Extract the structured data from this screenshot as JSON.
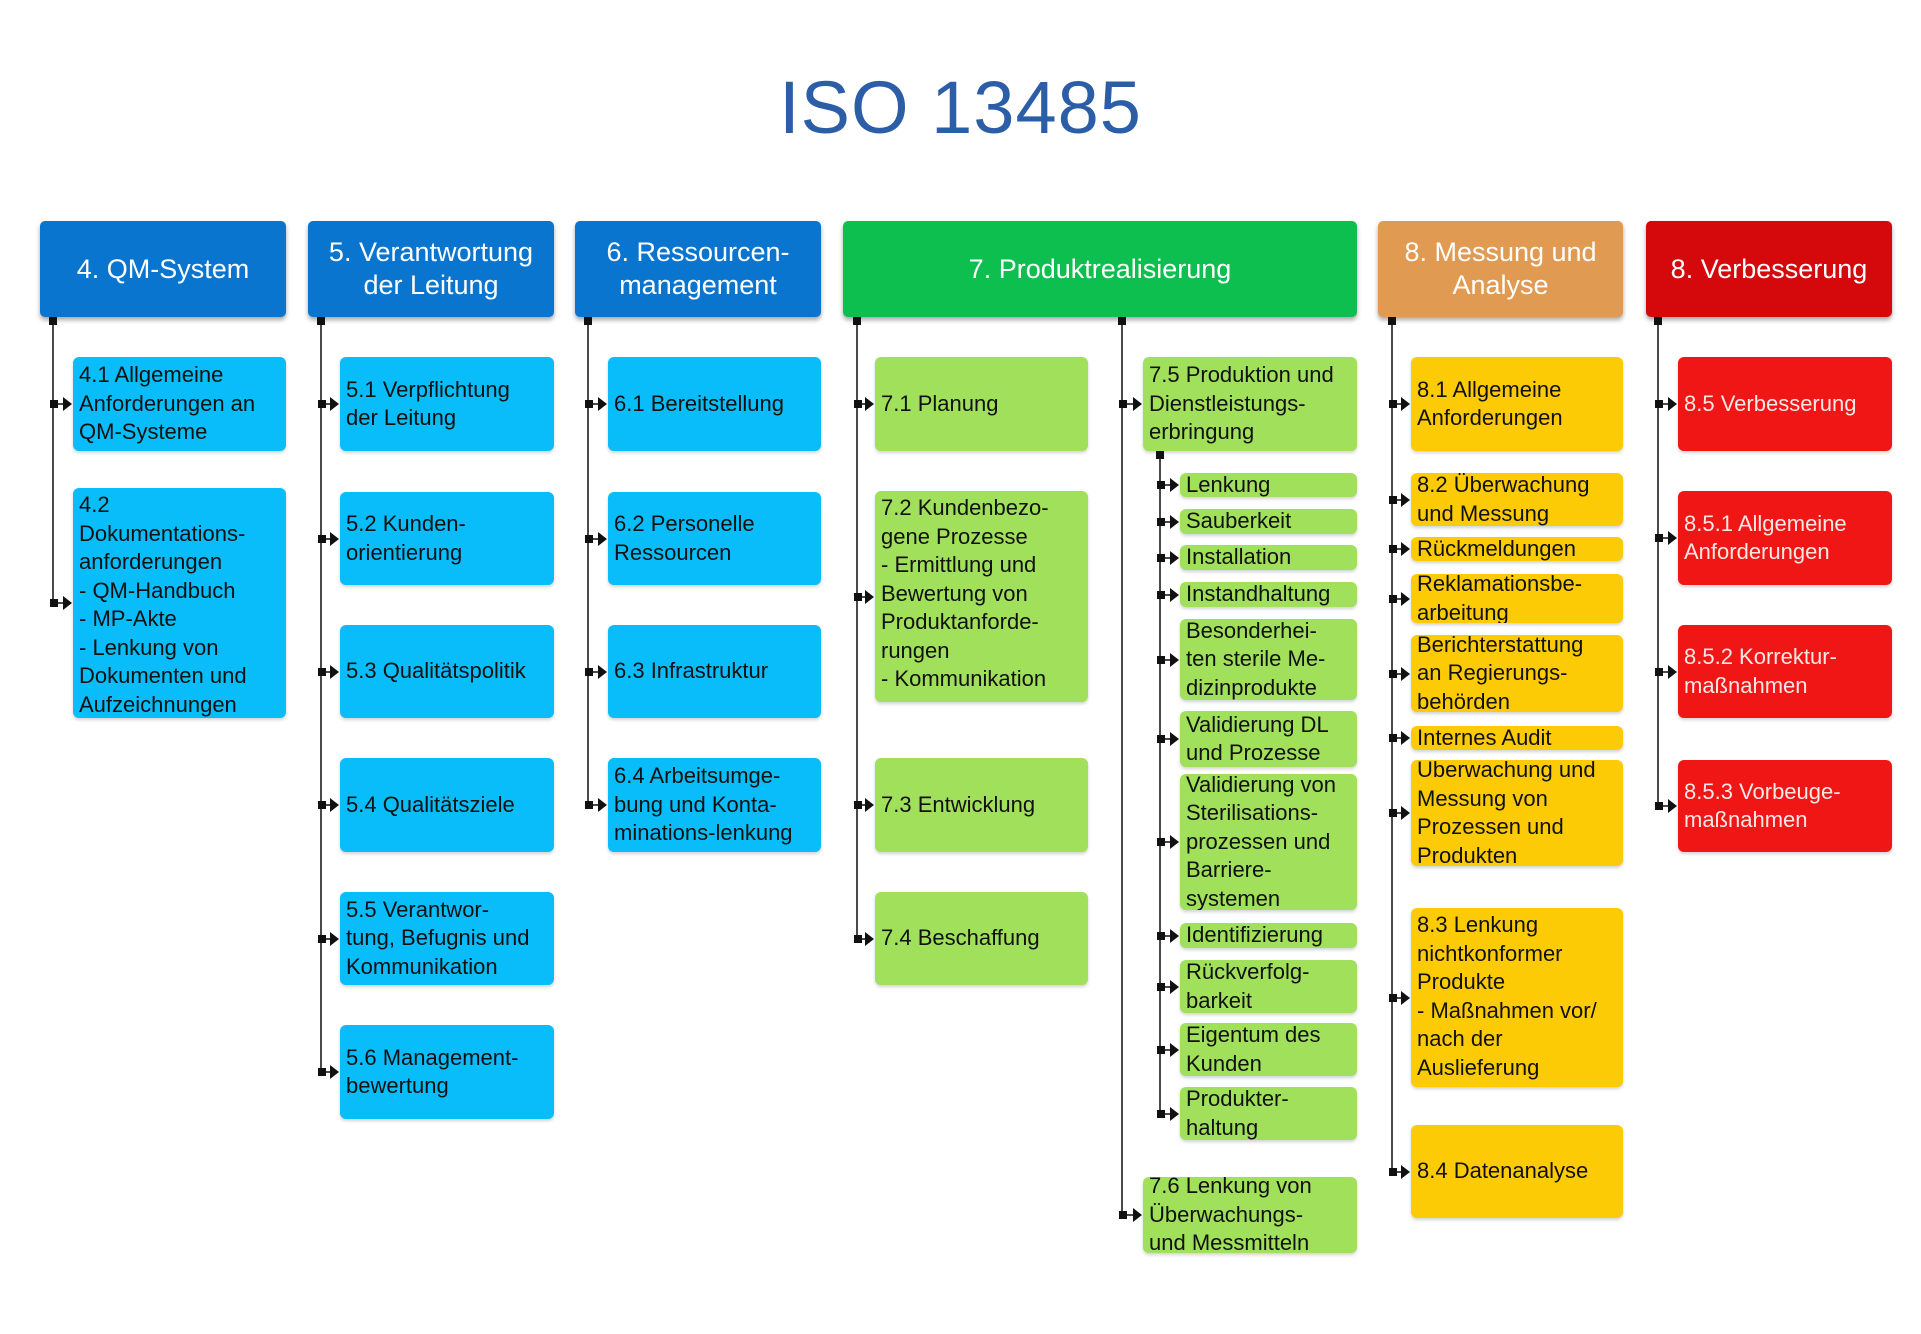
{
  "title": "ISO 13485",
  "colors": {
    "blue": "#08bdfa",
    "green": "#a1e05a",
    "yellow": "#fdcb06",
    "red": "#f11616"
  },
  "columns": [
    {
      "label": "4. QM-System",
      "color": "#0a75cf",
      "items": [
        "4.1 Allgemeine\nAnforderungen an\nQM-Systeme",
        "4.2\nDokumentations-\nanforderungen\n- QM-Handbuch\n- MP-Akte\n- Lenkung von\nDokumenten und\nAufzeichnungen"
      ]
    },
    {
      "label": "5. Verantwortung\nder Leitung",
      "color": "#0a75cf",
      "items": [
        "5.1 Verpflichtung\nder Leitung",
        "5.2 Kunden-\norientierung",
        "5.3 Qualitätspolitik",
        "5.4 Qualitätsziele",
        "5.5 Verantwor-\ntung, Befugnis und\nKommunikation",
        "5.6 Management-\nbewertung"
      ]
    },
    {
      "label": "6. Ressourcen-\nmanagement",
      "color": "#0a75cf",
      "items": [
        "6.1 Bereitstellung",
        "6.2 Personelle\nRessourcen",
        "6.3 Infrastruktur",
        "6.4 Arbeitsumge-\nbung und Konta-\nminations-lenkung"
      ]
    },
    {
      "label": "7. Produktrealisierung",
      "color": "#0cbf4f",
      "items": [
        "7.1 Planung",
        "7.2 Kundenbezo-\ngene Prozesse\n- Ermittlung und\nBewertung von\nProduktanforde-\nrungen\n- Kommunikation",
        "7.3 Entwicklung",
        "7.4 Beschaffung"
      ],
      "items_b": [
        "7.5 Produktion und\nDienstleistungs-\nerbringung",
        "7.6 Lenkung von\nÜberwachungs-\nund Messmitteln"
      ],
      "subitems": [
        "Lenkung",
        "Sauberkeit",
        "Installation",
        "Instandhaltung",
        "Besonderhei-\nten sterile Me-\ndizinprodukte",
        "Validierung DL\nund Prozesse",
        "Validierung von\nSterilisations-\nprozessen und\nBarriere-\nsystemen",
        "Identifizierung",
        "Rückverfolg-\nbarkeit",
        "Eigentum des\nKunden",
        "Produkter-\nhaltung"
      ]
    },
    {
      "label": "8. Messung und\nAnalyse",
      "color": "#e09a52",
      "items": [
        "8.1 Allgemeine\nAnforderungen",
        "8.2 Überwachung\nund Messung",
        "Rückmeldungen",
        "Reklamationsbe-\narbeitung",
        "Berichterstattung\nan Regierungs-\nbehörden",
        "Internes Audit",
        "Überwachung und\nMessung von\nProzessen und\nProdukten",
        "8.3 Lenkung\nnichtkonformer\nProdukte\n- Maßnahmen vor/\nnach der\nAuslieferung",
        "8.4 Datenanalyse"
      ]
    },
    {
      "label": "8. Verbesserung",
      "color": "#d5090b",
      "items": [
        "8.5 Verbesserung",
        "8.5.1 Allgemeine\nAnforderungen",
        "8.5.2 Korrektur-\nmaßnahmen",
        "8.5.3 Vorbeuge-\nmaßnahmen"
      ]
    }
  ]
}
